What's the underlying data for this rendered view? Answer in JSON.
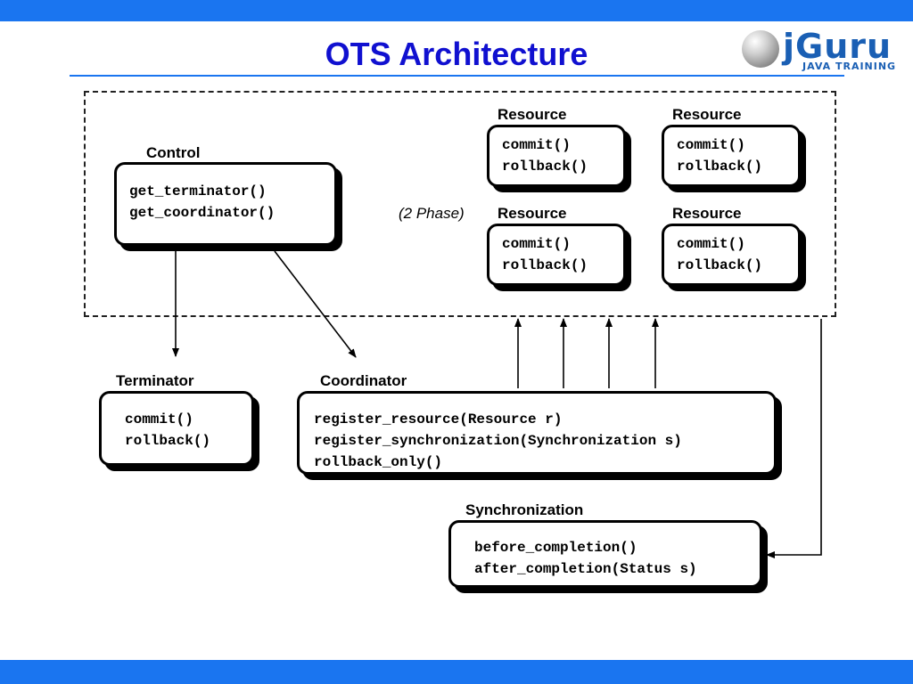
{
  "slide": {
    "title": "OTS Architecture",
    "logo": {
      "brand": "jGuru",
      "tagline": "JAVA TRAINING"
    }
  },
  "colors": {
    "band": "#1a75f0",
    "title": "#1010d0",
    "logo": "#1a5fb4"
  },
  "diagram": {
    "phase_label": "(2 Phase)",
    "control": {
      "label": "Control",
      "methods": [
        "get_terminator()",
        "get_coordinator()"
      ]
    },
    "resources": [
      {
        "label": "Resource",
        "methods": [
          "commit()",
          "rollback()"
        ]
      },
      {
        "label": "Resource",
        "methods": [
          "commit()",
          "rollback()"
        ]
      },
      {
        "label": "Resource",
        "methods": [
          "commit()",
          "rollback()"
        ]
      },
      {
        "label": "Resource",
        "methods": [
          "commit()",
          "rollback()"
        ]
      }
    ],
    "terminator": {
      "label": "Terminator",
      "methods": [
        "commit()",
        "rollback()"
      ]
    },
    "coordinator": {
      "label": "Coordinator",
      "methods": [
        "register_resource(Resource r)",
        "register_synchronization(Synchronization s)",
        "rollback_only()"
      ]
    },
    "synchronization": {
      "label": "Synchronization",
      "methods": [
        "before_completion()",
        "after_completion(Status s)"
      ]
    }
  }
}
